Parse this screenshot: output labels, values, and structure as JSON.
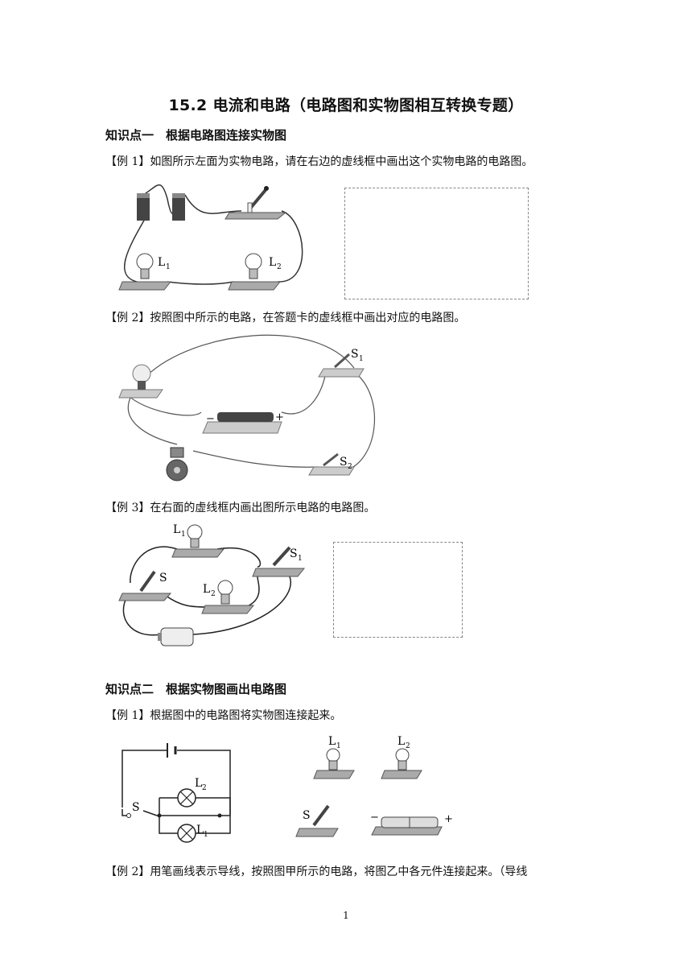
{
  "title": "15.2 电流和电路（电路图和实物图相互转换专题）",
  "section1": {
    "heading": "知识点一　根据电路图连接实物图",
    "ex1": "【例 1】如图所示左面为实物电路，请在右边的虚线框中画出这个实物电路的电路图。",
    "ex2": "【例 2】按照图中所示的电路，在答题卡的虚线框中画出对应的电路图。",
    "ex3": "【例 3】在右面的虚线框内画出图所示电路的电路图。"
  },
  "section2": {
    "heading": "知识点二　根据实物图画出电路图",
    "ex1": "【例 1】根据图中的电路图将实物图连接起来。",
    "ex2": "【例 2】用笔画线表示导线，按照图甲所示的电路，将图乙中各元件连接起来。（导线"
  },
  "labels": {
    "L1": "L",
    "L1_sub": "1",
    "L2": "L",
    "L2_sub": "2",
    "S": "S",
    "S1": "S",
    "S1_sub": "1",
    "S2": "S",
    "S2_sub": "2",
    "minus": "−",
    "plus": "+"
  },
  "page_number": "1"
}
